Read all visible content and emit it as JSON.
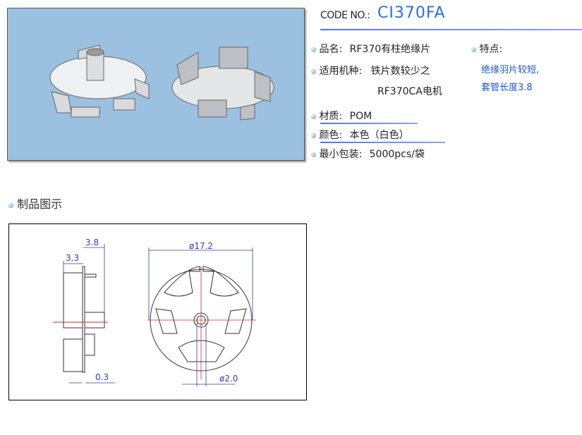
{
  "product": {
    "code_label": "CODE NO.:",
    "code": "CI370FA",
    "name_label": "品名:",
    "name": "RF370有柱绝缘片",
    "application_label": "适用机种:",
    "application_line1": "铁片数较少之",
    "application_line2": "RF370CA电机",
    "material_label": "材质:",
    "material": "POM",
    "color_label": "颜色:",
    "color": "本色（白色）",
    "packing_label": "最小包装:",
    "packing": "5000pcs/袋",
    "features_label": "特点:",
    "features_line1": "绝缘羽片较短,",
    "features_line2": "套管长度3.8"
  },
  "section_title": "制品图示",
  "drawing": {
    "dim_height": "3.8",
    "dim_width": "3.3",
    "dim_thickness": "0.3",
    "dim_outer_diameter": "ø17.2",
    "dim_inner_diameter": "ø2.0"
  },
  "colors": {
    "accent": "#2a6fe0",
    "photo_bg": "#9cc0df"
  }
}
